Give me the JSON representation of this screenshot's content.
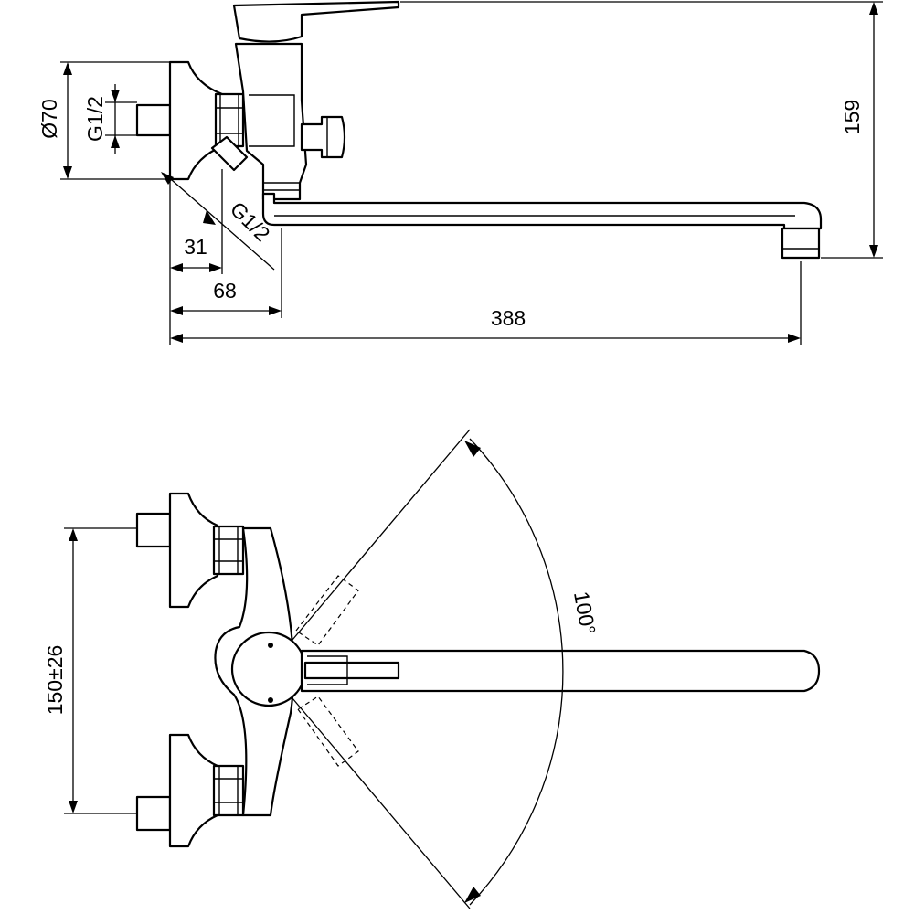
{
  "side_view": {
    "flange_diameter": "Ø70",
    "inlet_thread": "G1/2",
    "outlet_thread": "G1/2",
    "dim_31": "31",
    "dim_68": "68",
    "spout_reach": "388",
    "height": "159"
  },
  "top_view": {
    "inlet_spacing": "150±26",
    "swivel_angle": "100°"
  }
}
